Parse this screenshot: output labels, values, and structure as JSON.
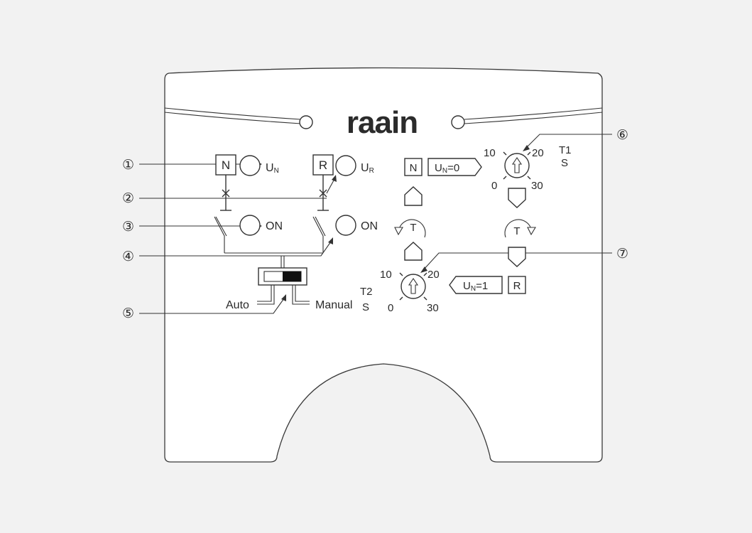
{
  "brand": {
    "logo_text": "raain"
  },
  "callouts": [
    "①",
    "②",
    "③",
    "④",
    "⑤",
    "⑥",
    "⑦"
  ],
  "left_panel": {
    "n_box": "N",
    "r_box": "R",
    "un_prefix": "U",
    "un_sub": "N",
    "ur_prefix": "U",
    "ur_sub": "R",
    "on_left": "ON",
    "on_right": "ON",
    "auto": "Auto",
    "manual": "Manual"
  },
  "status": {
    "n_box": "N",
    "un0_prefix": "U",
    "un0_sub": "N",
    "un0_value": "=0",
    "r_box": "R",
    "un1_prefix": "U",
    "un1_sub": "N",
    "un1_value": "=1"
  },
  "timer_t1": {
    "label": "T1",
    "unit": "S",
    "scale": [
      "0",
      "10",
      "20",
      "30"
    ],
    "rotate_label": "T"
  },
  "timer_t2": {
    "label": "T2",
    "unit": "S",
    "scale": [
      "0",
      "10",
      "20",
      "30"
    ],
    "rotate_label": "T"
  },
  "colors": {
    "line": "#333333",
    "panel": "#ffffff",
    "background": "#f2f2f2",
    "logo": "#2b2b2b"
  }
}
